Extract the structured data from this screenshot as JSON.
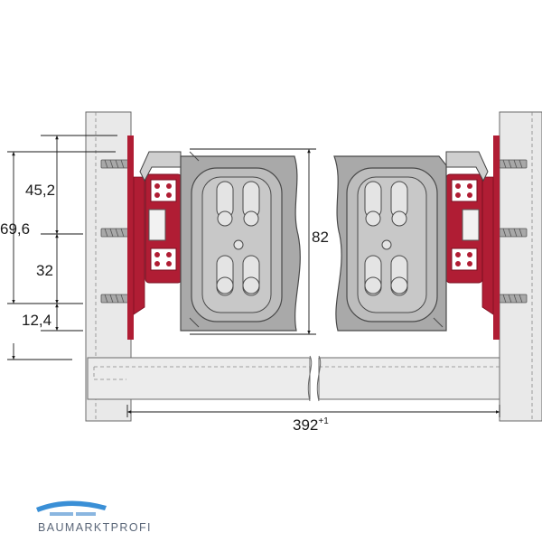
{
  "dimensions": {
    "d_45_2": "45,2",
    "d_69_6": "69,6",
    "d_32": "32",
    "d_12_4": "12,4",
    "d_82": "82",
    "width_value": "392",
    "width_sup": "+1"
  },
  "logo": {
    "text": "BAUMARKTPROFI",
    "accent_color": "#3a8fd6"
  },
  "colors": {
    "cabinet_side": "#e9e9e9",
    "drawer_panel": "#a9a9a9",
    "slide_red": "#b01d34",
    "bracket_gray": "#cfcfcf",
    "line": "#1a1a1a"
  }
}
